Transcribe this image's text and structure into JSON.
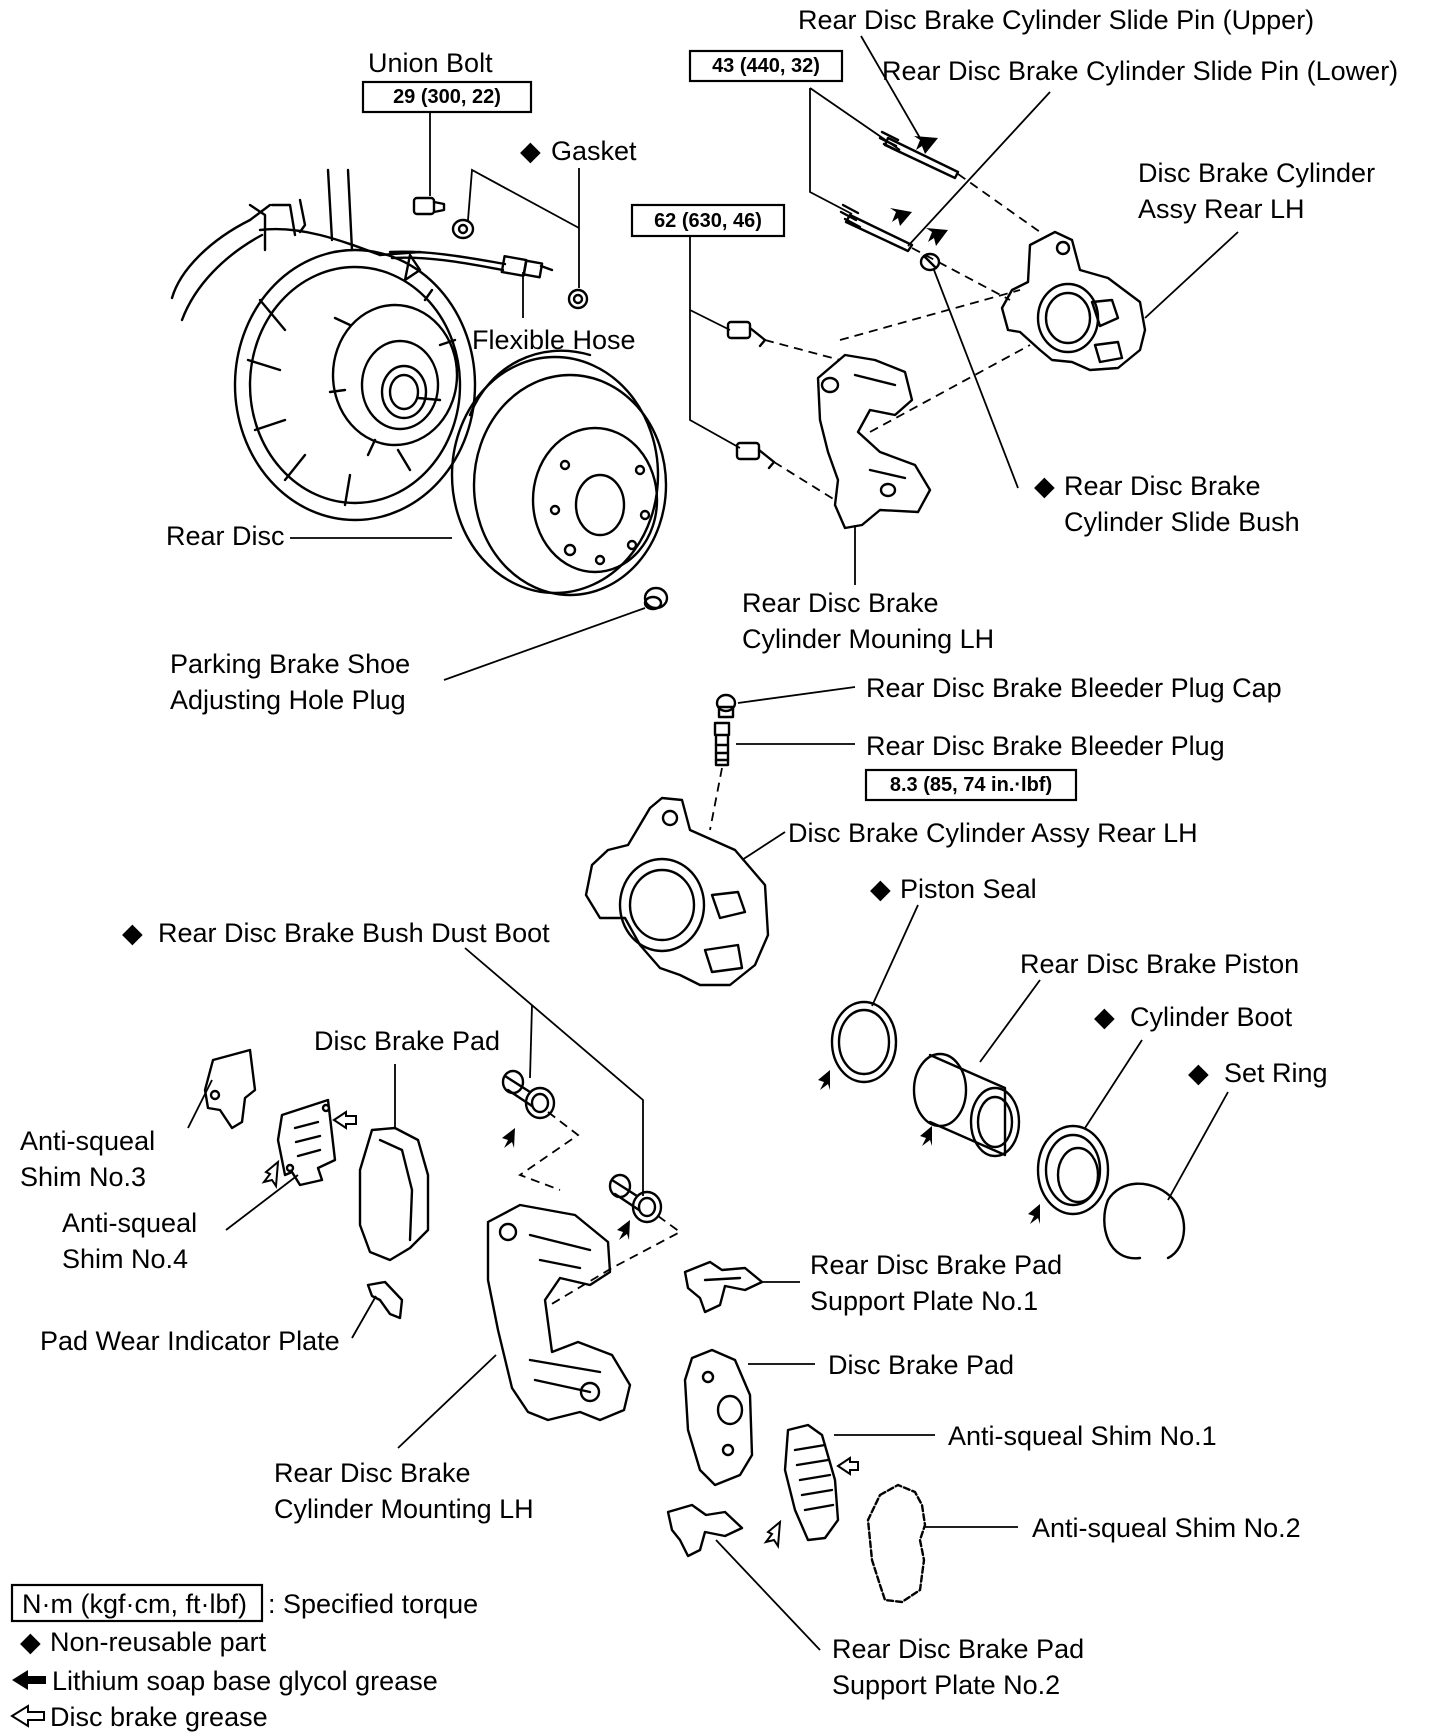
{
  "labels": {
    "union_bolt": "Union Bolt",
    "gasket": "Gasket",
    "flexible_hose": "Flexible Hose",
    "slide_pin_upper": "Rear Disc Brake Cylinder Slide Pin (Upper)",
    "slide_pin_lower": "Rear Disc Brake Cylinder Slide Pin (Lower)",
    "cylinder_assy_top_1": "Disc Brake Cylinder",
    "cylinder_assy_top_2": "Assy Rear LH",
    "slide_bush_1": "Rear Disc Brake",
    "slide_bush_2": "Cylinder Slide Bush",
    "rear_disc": "Rear Disc",
    "mounting_top_1": "Rear Disc Brake",
    "mounting_top_2": "Cylinder Mouning LH",
    "parking_plug_1": "Parking Brake Shoe",
    "parking_plug_2": "Adjusting Hole Plug",
    "bleeder_cap": "Rear Disc Brake Bleeder Plug Cap",
    "bleeder_plug": "Rear Disc Brake Bleeder Plug",
    "cylinder_assy_mid": "Disc Brake Cylinder Assy Rear LH",
    "piston_seal": "Piston Seal",
    "bush_dust_boot": "Rear Disc Brake Bush Dust Boot",
    "piston": "Rear Disc Brake Piston",
    "cylinder_boot": "Cylinder Boot",
    "set_ring": "Set Ring",
    "disc_pad_left": "Disc Brake Pad",
    "shim3_1": "Anti-squeal",
    "shim3_2": "Shim No.3",
    "shim4_1": "Anti-squeal",
    "shim4_2": "Shim No.4",
    "pad_wear_plate": "Pad Wear Indicator Plate",
    "support1_1": "Rear Disc Brake Pad",
    "support1_2": "Support Plate No.1",
    "disc_pad_right": "Disc Brake Pad",
    "shim1": "Anti-squeal  Shim No.1",
    "shim2": "Anti-squeal  Shim No.2",
    "mounting_bottom_1": "Rear Disc Brake",
    "mounting_bottom_2": "Cylinder Mounting LH",
    "support2_1": "Rear Disc Brake Pad",
    "support2_2": "Support Plate No.2"
  },
  "torques": {
    "union_bolt": "29 (300, 22)",
    "slide_pins": "43 (440, 32)",
    "mounting_bolts": "62 (630, 46)",
    "bleeder_plug": "8.3 (85, 74 in.·lbf)"
  },
  "legend": {
    "unit_box": "N·m (kgf·cm, ft·lbf)",
    "unit_desc": ": Specified torque",
    "non_reusable": "Non-reusable  part",
    "lithium_grease": "Lithium soap base glycol grease",
    "disc_grease": "Disc brake grease"
  },
  "symbols": {
    "non_reusable_marker": "◆",
    "solid_arrow_meaning": "lithium soap base glycol grease",
    "open_arrow_meaning": "disc brake grease"
  }
}
